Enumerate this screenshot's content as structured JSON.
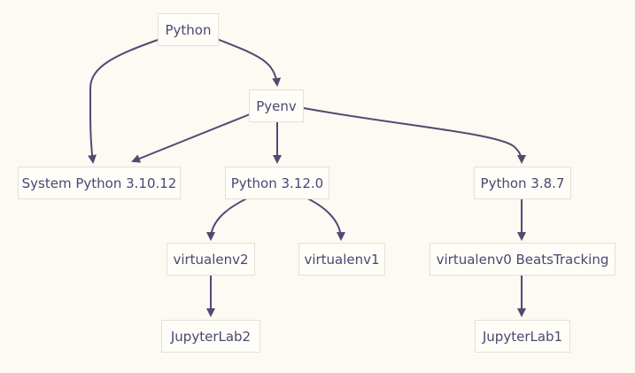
{
  "nodes": {
    "python": "Python",
    "pyenv": "Pyenv",
    "system_python": "System Python 3.10.12",
    "python_312": "Python 3.12.0",
    "python_387": "Python 3.8.7",
    "virtualenv2": "virtualenv2",
    "virtualenv1": "virtualenv1",
    "virtualenv0": "virtualenv0 BeatsTracking",
    "jupyterlab2": "JupyterLab2",
    "jupyterlab1": "JupyterLab1"
  },
  "edges": [
    {
      "from": "python",
      "to": "pyenv"
    },
    {
      "from": "python",
      "to": "system_python"
    },
    {
      "from": "pyenv",
      "to": "system_python"
    },
    {
      "from": "pyenv",
      "to": "python_312"
    },
    {
      "from": "pyenv",
      "to": "python_387"
    },
    {
      "from": "python_312",
      "to": "virtualenv2"
    },
    {
      "from": "python_312",
      "to": "virtualenv1"
    },
    {
      "from": "virtualenv2",
      "to": "jupyterlab2"
    },
    {
      "from": "python_387",
      "to": "virtualenv0"
    },
    {
      "from": "virtualenv0",
      "to": "jupyterlab1"
    }
  ],
  "colors": {
    "background": "#fdf9f3",
    "node_fill": "#fffdf8",
    "node_border": "#e6e0d6",
    "edge": "#4f4b72",
    "text": "#4a4870"
  }
}
